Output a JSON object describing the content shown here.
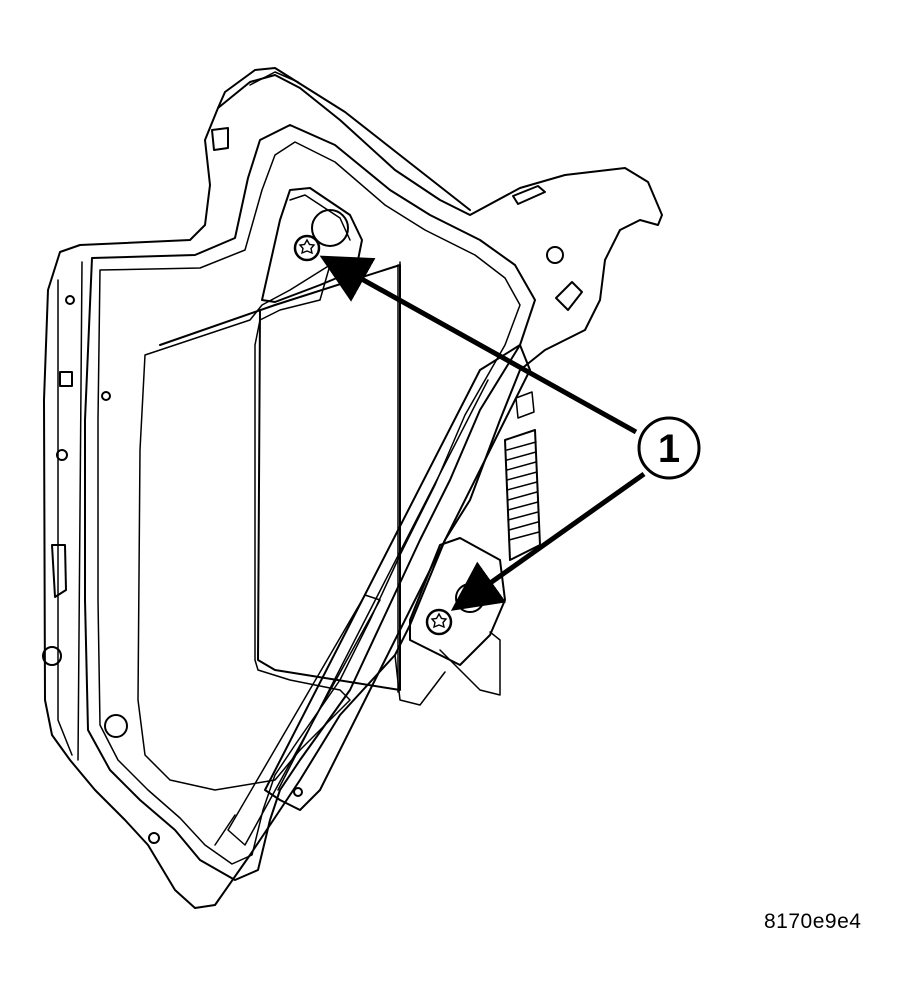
{
  "figure": {
    "code": "8170e9e4",
    "callout_number": "1",
    "callout_count": 2
  },
  "colors": {
    "line": "#000000",
    "background": "#ffffff"
  }
}
